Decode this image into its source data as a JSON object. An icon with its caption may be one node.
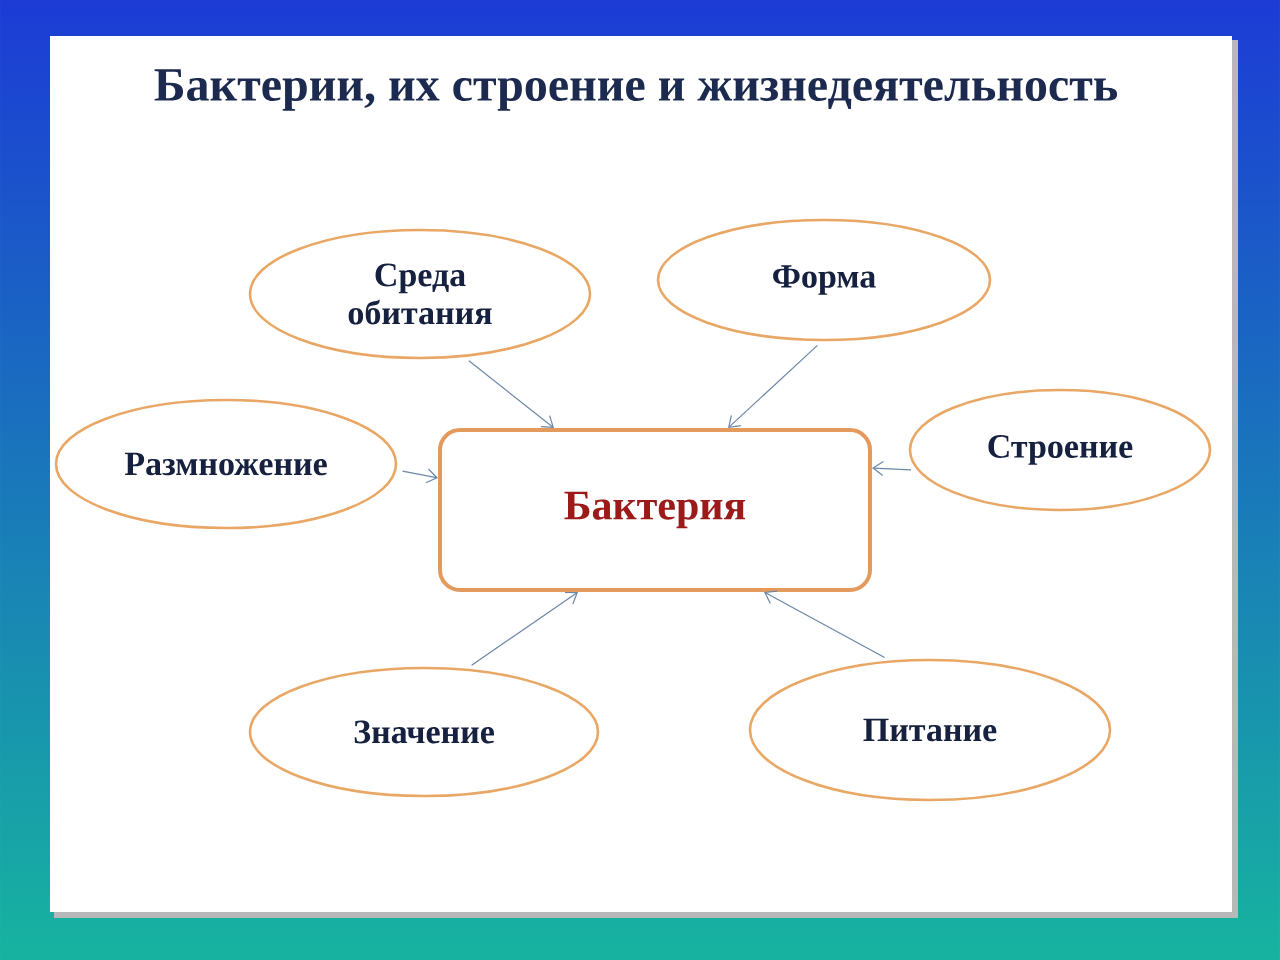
{
  "diagram": {
    "title": "Бактерии, их строение и жизнедеятельность",
    "nodes": [
      {
        "text": [
          "Среда обитания"
        ]
      },
      {
        "text": [
          "Форма"
        ]
      },
      {
        "text": [
          "Размножение"
        ]
      },
      {
        "text": [
          "Бактерия"
        ]
      },
      {
        "text": [
          "Строение"
        ]
      },
      {
        "text": [
          "Значение"
        ]
      },
      {
        "text": [
          "Питание"
        ]
      }
    ],
    "edges": [
      {
        "from": 0,
        "to": 3,
        "arrow": "to"
      },
      {
        "from": 1,
        "to": 3,
        "arrow": "to"
      },
      {
        "from": 2,
        "to": 3,
        "arrow": "to"
      },
      {
        "from": 4,
        "to": 3,
        "arrow": "to"
      },
      {
        "from": 5,
        "to": 3,
        "arrow": "to"
      },
      {
        "from": 6,
        "to": 3,
        "arrow": "to"
      }
    ]
  }
}
